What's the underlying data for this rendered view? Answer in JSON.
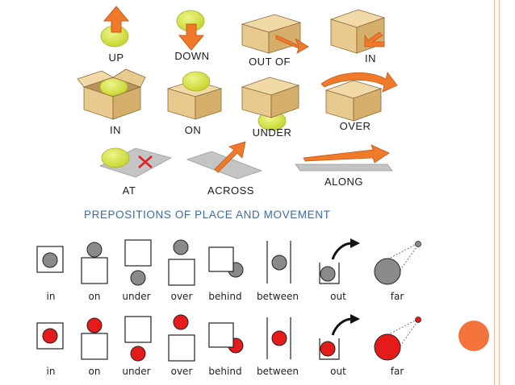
{
  "colors": {
    "box": "#e8c98e",
    "box_dark": "#c9a463",
    "ball": "#d6e34a",
    "arrow": "#f07a2a",
    "heading": "#3c6aa8",
    "gray_ball": "#8a8a8a",
    "red_ball": "#e51a1a",
    "side_line": "#f4b99a",
    "slide_dot": "#f4733d"
  },
  "illustrations": {
    "labels": [
      "UP",
      "DOWN",
      "OUT OF",
      "IN",
      "IN",
      "ON",
      "UNDER",
      "OVER",
      "AT",
      "ACROSS",
      "ALONG"
    ]
  },
  "heading": "PREPOSITIONS OF PLACE AND MOVEMENT",
  "diagram_rows": {
    "labels": [
      "in",
      "on",
      "under",
      "over",
      "behind",
      "between",
      "out",
      "far"
    ],
    "row1_ball": "gray",
    "row2_ball": "red"
  }
}
